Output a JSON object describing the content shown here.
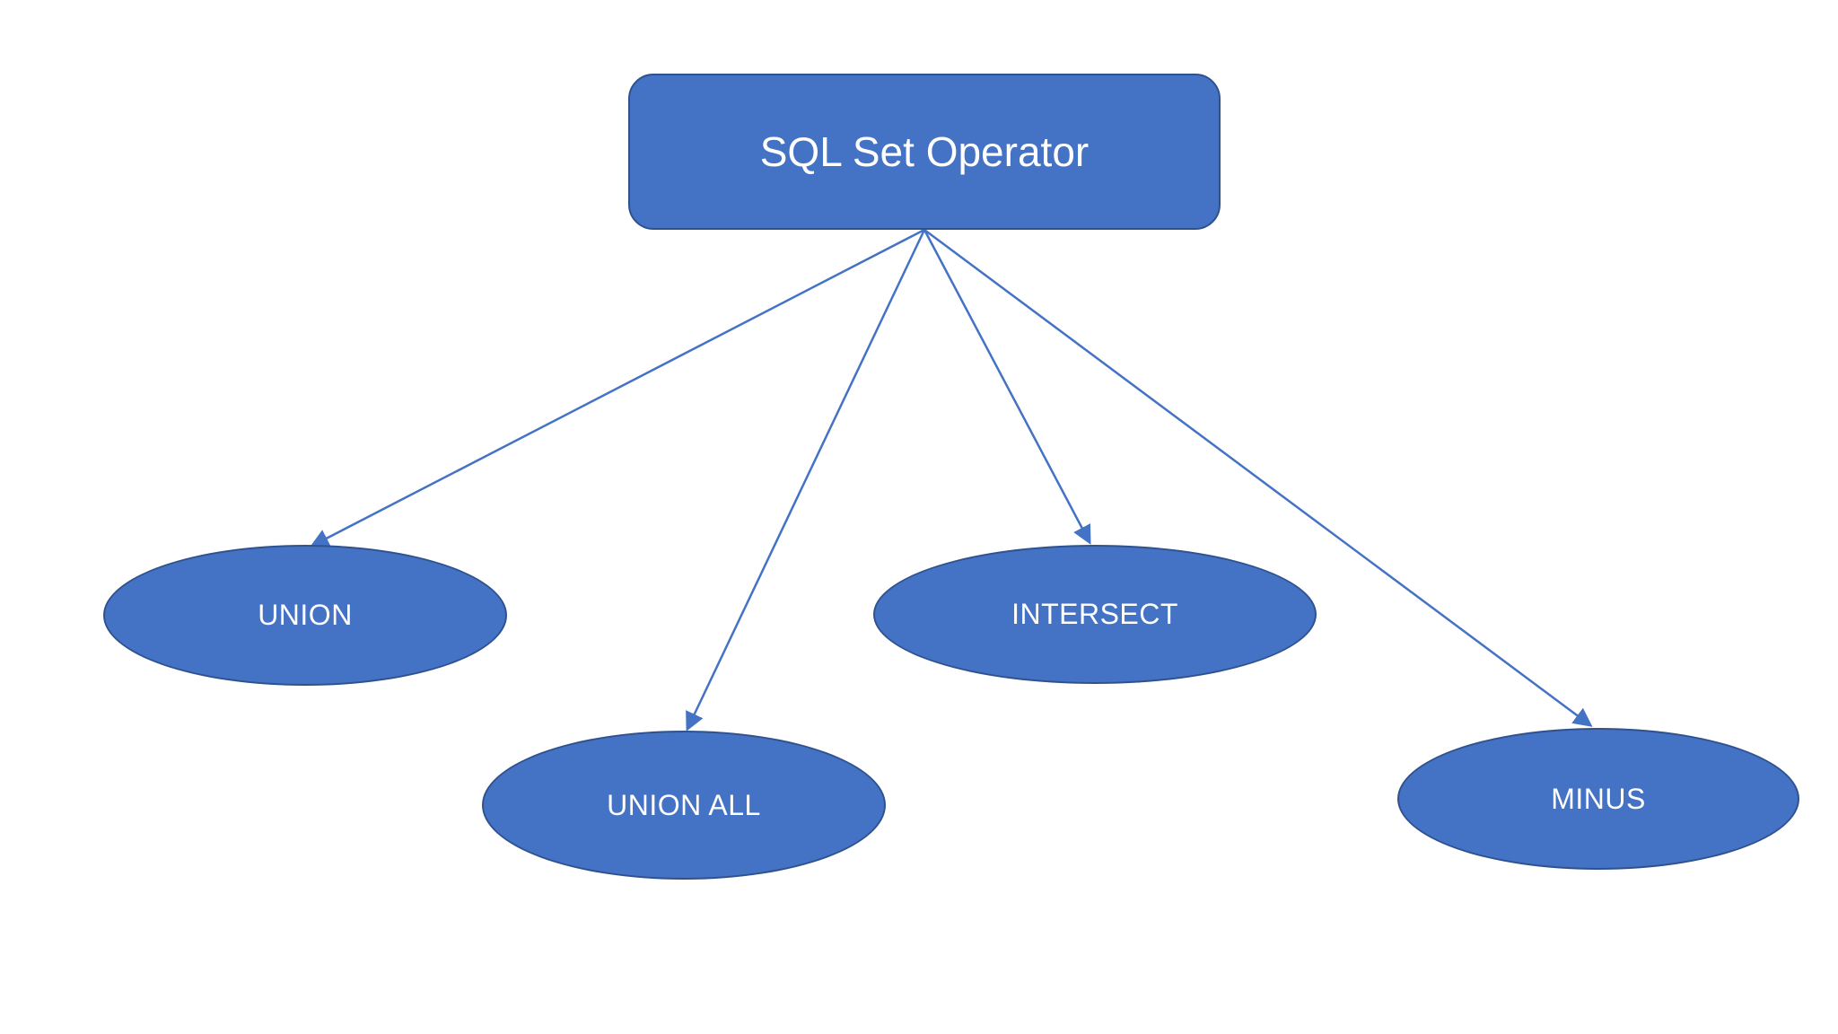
{
  "diagram": {
    "type": "hierarchy",
    "root": {
      "label": "SQL Set Operator",
      "shape": "rounded-rectangle"
    },
    "children": [
      {
        "label": "UNION",
        "shape": "ellipse"
      },
      {
        "label": "UNION ALL",
        "shape": "ellipse"
      },
      {
        "label": "INTERSECT",
        "shape": "ellipse"
      },
      {
        "label": "MINUS",
        "shape": "ellipse"
      }
    ],
    "connections": [
      {
        "from": "SQL Set Operator",
        "to": "UNION",
        "style": "straight-arrow"
      },
      {
        "from": "SQL Set Operator",
        "to": "UNION ALL",
        "style": "straight-arrow"
      },
      {
        "from": "SQL Set Operator",
        "to": "INTERSECT",
        "style": "straight-arrow"
      },
      {
        "from": "SQL Set Operator",
        "to": "MINUS",
        "style": "straight-arrow"
      }
    ],
    "colors": {
      "node_fill": "#4472C4",
      "node_border": "#2F528F",
      "connector": "#4472C4",
      "text": "#FFFFFF",
      "background": "#FFFFFF"
    }
  }
}
